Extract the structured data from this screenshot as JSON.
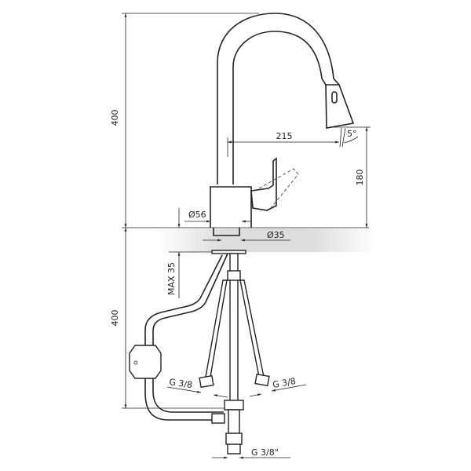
{
  "dimensions": {
    "total_height_above": "400",
    "spout_reach": "215",
    "spout_angle": "5°",
    "spout_clearance": "180",
    "base_diameter": "Ø56",
    "hole_diameter": "Ø35",
    "max_counter_thickness": "MAX 35",
    "hose_length_below": "400",
    "hose_thread_left": "G 3/8",
    "hose_thread_right": "G 3/8",
    "outlet_thread": "G 3/8\""
  }
}
